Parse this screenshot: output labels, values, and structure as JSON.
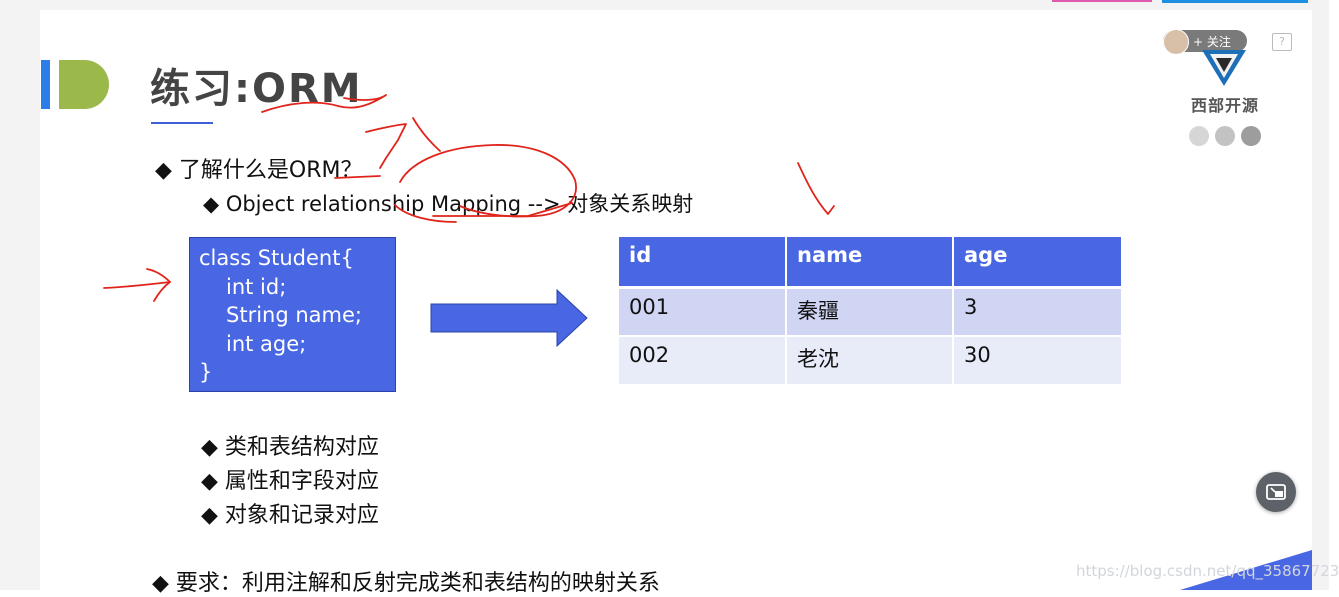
{
  "slide": {
    "title": "练习:ORM",
    "question": "◆ 了解什么是ORM？",
    "definition": "◆ Object relationship Mapping --> 对象关系映射",
    "code_lines": [
      "class Student{",
      "int id;",
      "String name;",
      "int age;",
      "}"
    ],
    "table": {
      "headers": [
        "id",
        "name",
        "age"
      ],
      "rows": [
        [
          "001",
          "秦疆",
          "3"
        ],
        [
          "002",
          "老沈",
          "30"
        ]
      ]
    },
    "bullets": [
      "◆ 类和表结构对应",
      "◆ 属性和字段对应",
      "◆ 对象和记录对应"
    ],
    "requirement": "◆ 要求：利用注解和反射完成类和表结构的映射关系"
  },
  "overlay": {
    "follow_label": "+ 关注",
    "help_label": "?",
    "brand_name": "西部开源",
    "watermark": "https://blog.csdn.net/qq_35867723"
  },
  "colors": {
    "accent_blue": "#4a67e3",
    "annotation_red": "#e0241b",
    "logo_green": "#9bb84a"
  }
}
